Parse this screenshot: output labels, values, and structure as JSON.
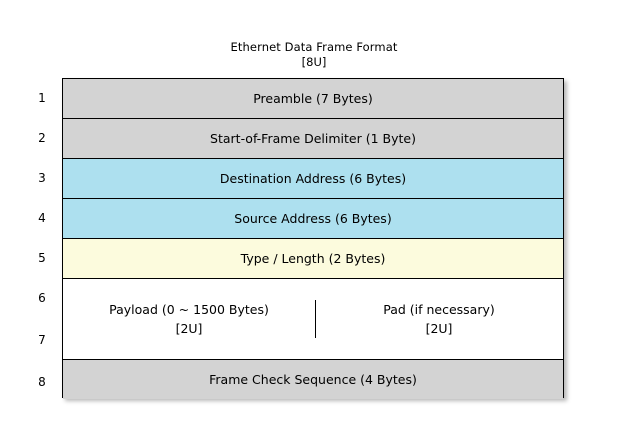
{
  "diagram": {
    "title": "Ethernet Data Frame Format",
    "subtitle": "[8U]",
    "row_numbers": [
      "1",
      "2",
      "3",
      "4",
      "5",
      "6",
      "7",
      "8"
    ],
    "colors": {
      "gray": "#d3d3d3",
      "blue": "#ade0ef",
      "yellow": "#fcfbdd",
      "white": "#ffffff",
      "border": "#000000"
    },
    "rows": [
      {
        "number": "1",
        "label": "Preamble (7 Bytes)",
        "fill": "#d3d3d3"
      },
      {
        "number": "2",
        "label": "Start-of-Frame Delimiter (1 Byte)",
        "fill": "#d3d3d3"
      },
      {
        "number": "3",
        "label": "Destination Address (6 Bytes)",
        "fill": "#ade0ef"
      },
      {
        "number": "4",
        "label": "Source Address (6 Bytes)",
        "fill": "#ade0ef"
      },
      {
        "number": "5",
        "label": "Type / Length (2 Bytes)",
        "fill": "#fcfbdd"
      },
      {
        "number": "6-7",
        "fill": "#ffffff",
        "cells": [
          {
            "label": "Payload (0 ~ 1500 Bytes)",
            "sub": "[2U]"
          },
          {
            "label": "Pad (if necessary)",
            "sub": "[2U]"
          }
        ]
      },
      {
        "number": "8",
        "label": "Frame Check Sequence (4 Bytes)",
        "fill": "#d3d3d3"
      }
    ]
  }
}
